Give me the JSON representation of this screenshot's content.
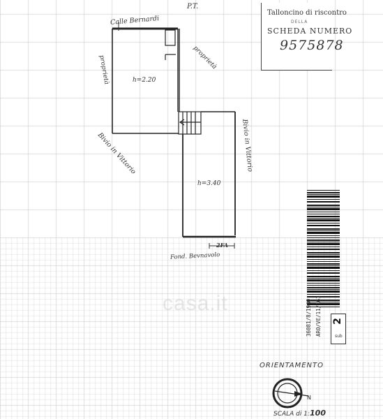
{
  "floor_label": "P.T.",
  "street_top": "Calle Bernardi",
  "stamp": {
    "line1": "Talloncino di riscontro",
    "line2": "DELLA",
    "line3": "SCHEDA NUMERO",
    "number": "9575878"
  },
  "labels": {
    "proprieta_left": "proprietà",
    "proprieta_right": "proprietà",
    "room1_height": "h=2.20",
    "room2_height": "h=3.40",
    "street_left": "Bivio in Vittorio",
    "street_right": "Bivio in Vittorio",
    "bottom_dim": "2FA",
    "bottom_street": "Fond. Bevnavolo"
  },
  "side_codes": {
    "code1": "36081/8/1940",
    "code2": "ARO/VE/11/161"
  },
  "sub": {
    "number": "2",
    "label": "sub"
  },
  "watermark": "casa.it",
  "orientation_label": "ORIENTAMENTO",
  "scale": {
    "prefix": "SCALA di 1:",
    "value": "100"
  },
  "colors": {
    "ink": "#222222",
    "grid": "#d9d9d9",
    "grid_major": "#bdbdbd",
    "paper": "#ffffff"
  }
}
